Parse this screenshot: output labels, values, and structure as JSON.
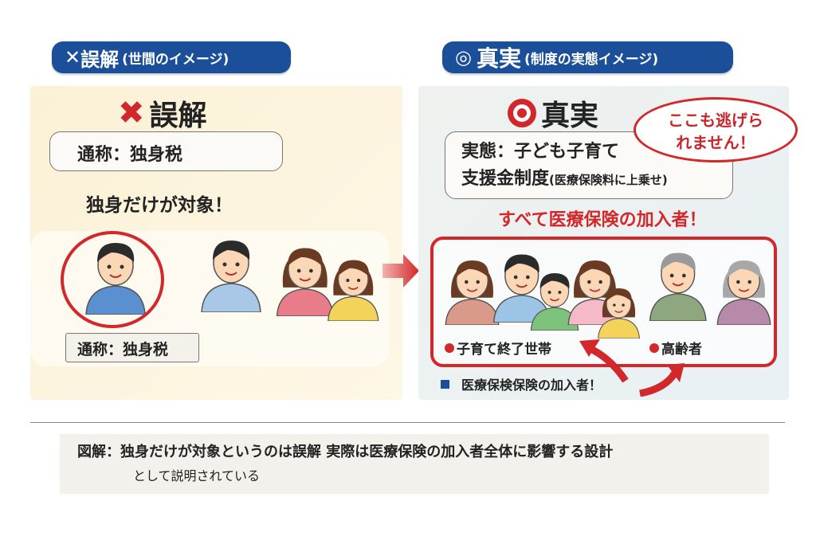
{
  "left": {
    "header": "誤解",
    "header_sub": "(世間のイメージ)",
    "title": "誤解",
    "alias": "通称：独身税",
    "claim": "独身だけが対象！",
    "alias_label": "通称：独身税"
  },
  "right": {
    "header": "真実",
    "header_sub": "(制度の実態イメージ)",
    "title": "真実",
    "bubble_line1": "ここも逃げら",
    "bubble_line2": "れません！",
    "fact_line1": "実態：子ども子育て",
    "fact_line2": "支援金制度",
    "fact_note": "(医療保険料に上乗せ)",
    "all": "すべて医療保険の加入者！",
    "group1": "子育て終了世帯",
    "group2": "高齢者",
    "footer": "医療保検保険の加入者！"
  },
  "caption": {
    "line1": "図解：独身だけが対象というのは誤解 実際は医療保険の加入者全体に影響する設計",
    "line2": "として説明されている"
  },
  "colors": {
    "navy": "#1b4f99",
    "red": "#d2282b",
    "cream": "#fbf3dc",
    "pale": "#eef2f3"
  }
}
